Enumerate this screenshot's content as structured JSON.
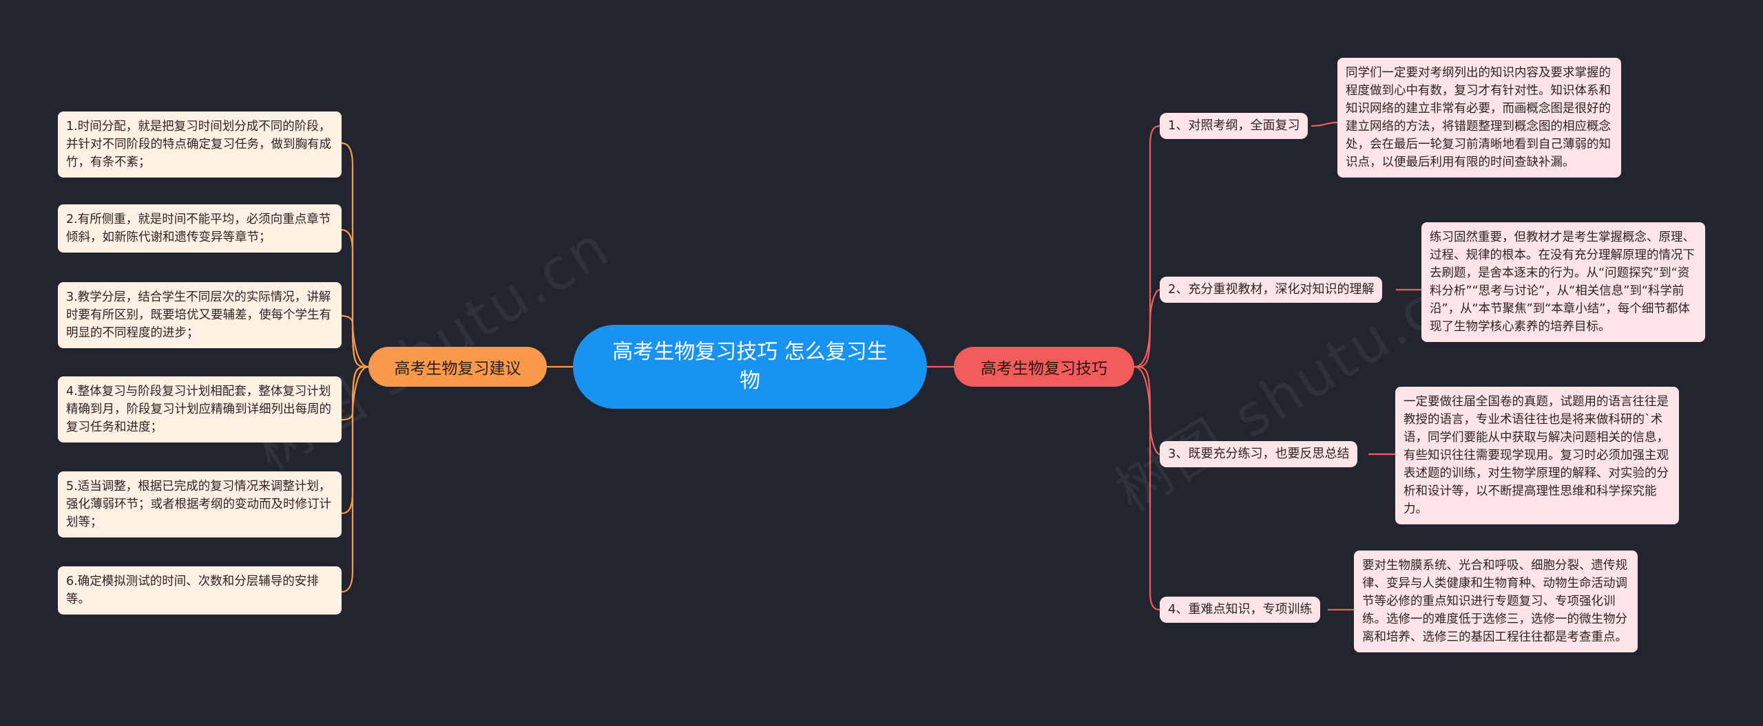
{
  "root": {
    "label": "高考生物复习技巧 怎么复习生物"
  },
  "left_branch": {
    "label": "高考生物复习建议",
    "color": "#f99a4a",
    "items": [
      {
        "text": "1.时间分配，就是把复习时间划分成不同的阶段，并针对不同阶段的特点确定复习任务，做到胸有成竹，有条不紊；"
      },
      {
        "text": "2.有所侧重，就是时间不能平均，必须向重点章节倾斜，如新陈代谢和遗传变异等章节；"
      },
      {
        "text": "3.教学分层，结合学生不同层次的实际情况，讲解时要有所区别，既要培优又要辅差，使每个学生有明显的不同程度的进步；"
      },
      {
        "text": "4.整体复习与阶段复习计划相配套，整体复习计划精确到月，阶段复习计划应精确到详细列出每周的复习任务和进度；"
      },
      {
        "text": "5.适当调整，根据已完成的复习情况来调整计划，强化薄弱环节；或者根据考纲的变动而及时修订计划等；"
      },
      {
        "text": "6.确定模拟测试的时间、次数和分层辅导的安排等。"
      }
    ]
  },
  "right_branch": {
    "label": "高考生物复习技巧",
    "color": "#f25d5c",
    "items": [
      {
        "label": "1、对照考纲，全面复习",
        "detail": "同学们一定要对考纲列出的知识内容及要求掌握的程度做到心中有数，复习才有针对性。知识体系和知识网络的建立非常有必要，而画概念图是很好的建立网络的方法，将错题整理到概念图的相应概念处，会在最后一轮复习前清晰地看到自己薄弱的知识点，以便最后利用有限的时间查缺补漏。"
      },
      {
        "label": "2、充分重视教材，深化对知识的理解",
        "detail": "练习固然重要，但教材才是考生掌握概念、原理、过程、规律的根本。在没有充分理解原理的情况下去刷题，是舍本逐末的行为。从“问题探究”到“资料分析”“思考与讨论”，从“相关信息”到“科学前沿”，从“本节聚焦”到“本章小结”，每个细节都体现了生物学核心素养的培养目标。"
      },
      {
        "label": "3、既要充分练习，也要反思总结",
        "detail": "一定要做往届全国卷的真题，试题用的语言往往是教授的语言，专业术语往往也是将来做科研的`术语，同学们要能从中获取与解决问题相关的信息，有些知识往往需要现学现用。复习时必须加强主观表述题的训练，对生物学原理的解释、对实验的分析和设计等，以不断提高理性思维和科学探究能力。"
      },
      {
        "label": "4、重难点知识，专项训练",
        "detail": "要对生物膜系统、光合和呼吸、细胞分裂、遗传规律、变异与人类健康和生物育种、动物生命活动调节等必修的重点知识进行专题复习、专项强化训练。选修一的难度低于选修三，选修一的微生物分离和培养、选修三的基因工程往往都是考查重点。"
      }
    ]
  },
  "watermark": {
    "text": "树图 shutu.cn"
  }
}
